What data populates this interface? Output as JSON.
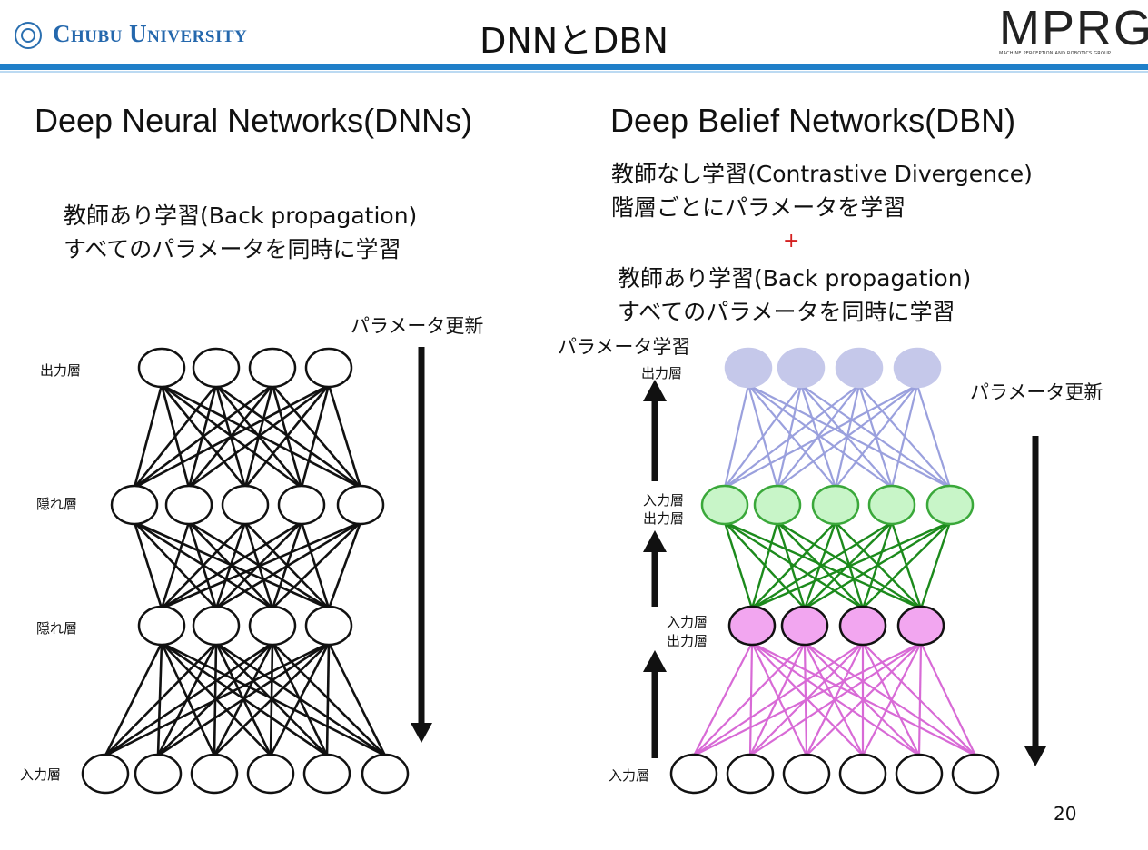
{
  "header": {
    "university": "Chubu University",
    "title": "DNNとDBN",
    "lab_logo": "MPRG",
    "lab_logo_sub": "MACHINE PERCEPTION AND ROBOTICS GROUP",
    "colors": {
      "bar": "#1f7fc9",
      "university": "#2568ad"
    }
  },
  "left": {
    "heading": "Deep Neural Networks(DNNs)",
    "desc": [
      "教師あり学習(Back propagation)",
      "すべてのパラメータを同時に学習"
    ],
    "update_label": "パラメータ更新",
    "layer_labels": {
      "output": "出力層",
      "hidden1": "隠れ層",
      "hidden2": "隠れ層",
      "input": "入力層"
    }
  },
  "right": {
    "heading": "Deep Belief Networks(DBN)",
    "desc1": [
      "教師なし学習(Contrastive Divergence)",
      "階層ごとにパラメータを学習"
    ],
    "plus": "+",
    "desc2": [
      "教師あり学習(Back propagation)",
      "すべてのパラメータを同時に学習"
    ],
    "learn_label": "パラメータ学習",
    "update_label": "パラメータ更新",
    "layer_labels": {
      "output": "出力層",
      "upper_in": "入力層",
      "upper_out": "出力層",
      "lower_in": "入力層",
      "lower_out": "出力層",
      "input": "入力層"
    },
    "colors": {
      "top": "#c5c8ea",
      "top_line": "#9aa0dd",
      "mid": "#c8f5c8",
      "mid_line": "#1c8a1c",
      "low": "#f2a6f0",
      "low_line": "#d86ad6"
    }
  },
  "page_number": "20"
}
